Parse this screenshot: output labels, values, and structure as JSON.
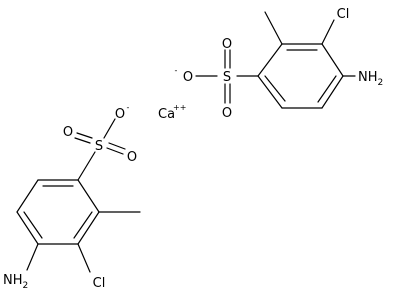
{
  "molecule": {
    "cation": {
      "symbol": "Ca",
      "charge": "++"
    },
    "anion_upper": {
      "oxygen_negative": "O",
      "negative_sign": "-",
      "oxygen_top": "O",
      "oxygen_bottom": "O",
      "sulfur": "S",
      "chlorine": "Cl",
      "amine": "NH",
      "amine_subscript": "2"
    },
    "anion_lower": {
      "oxygen_negative": "O",
      "negative_sign": "-",
      "oxygen_left": "O",
      "oxygen_right": "O",
      "sulfur": "S",
      "chlorine": "Cl",
      "amine": "NH",
      "amine_subscript": "2"
    }
  }
}
